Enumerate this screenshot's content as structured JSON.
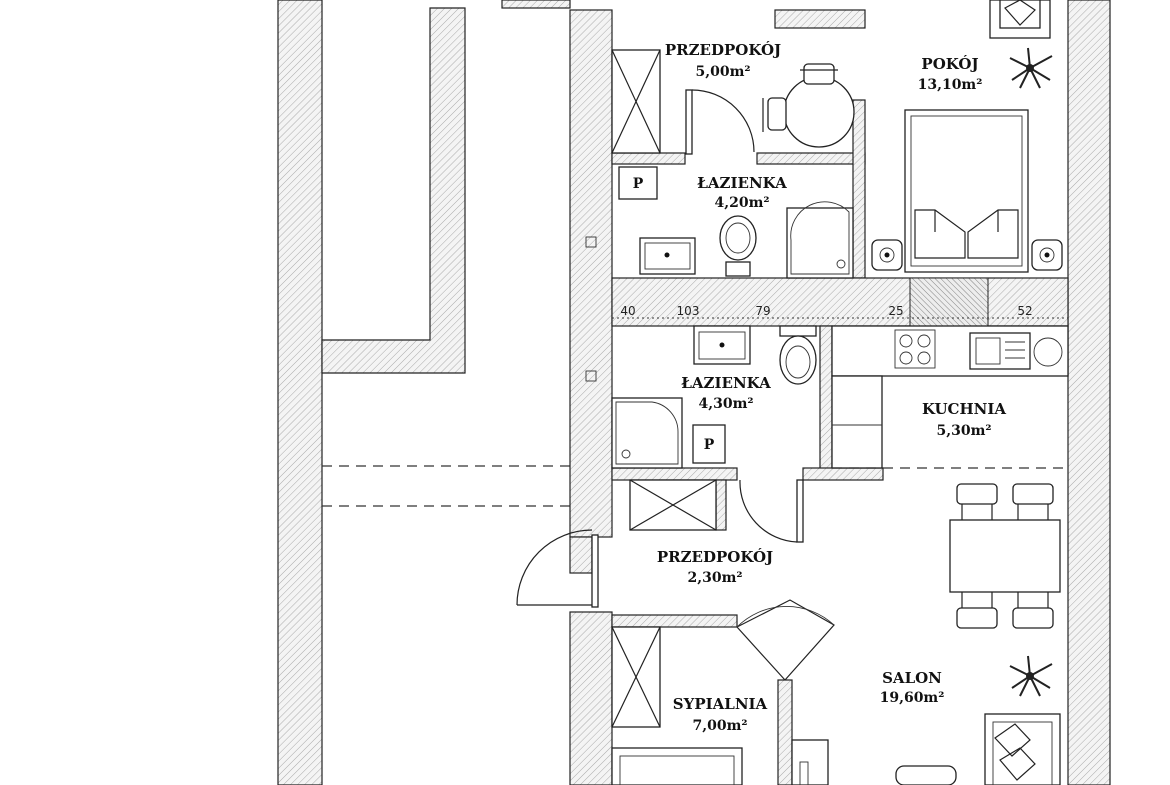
{
  "rooms": [
    {
      "id": "przedpokoj-1",
      "name": "PRZEDPOKÓJ",
      "area": "5,00m²"
    },
    {
      "id": "pokoj",
      "name": "POKÓJ",
      "area": "13,10m²"
    },
    {
      "id": "lazienka-1",
      "name": "ŁAZIENKA",
      "area": "4,20m²"
    },
    {
      "id": "lazienka-2",
      "name": "ŁAZIENKA",
      "area": "4,30m²"
    },
    {
      "id": "kuchnia",
      "name": "KUCHNIA",
      "area": "5,30m²"
    },
    {
      "id": "przedpokoj-2",
      "name": "PRZEDPOKÓJ",
      "area": "2,30m²"
    },
    {
      "id": "sypialnia",
      "name": "SYPIALNIA",
      "area": "7,00m²"
    },
    {
      "id": "salon",
      "name": "SALON",
      "area": "19,60m²"
    }
  ],
  "dimensions": [
    "40",
    "103",
    "79",
    "25",
    "52"
  ],
  "boiler_label": "P",
  "colors": {
    "line": "#222222",
    "background": "#ffffff"
  }
}
